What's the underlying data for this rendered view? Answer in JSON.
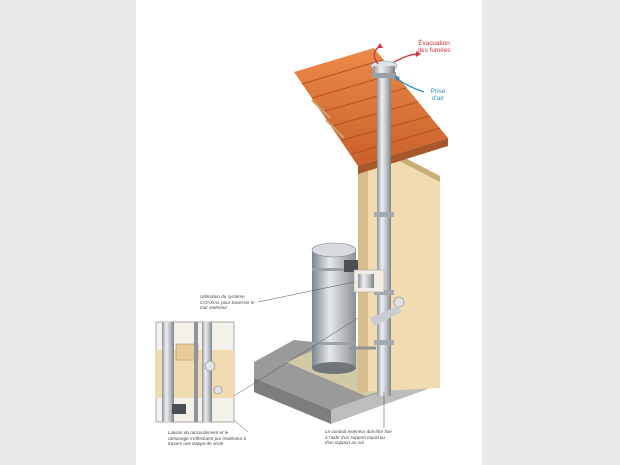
{
  "labels": {
    "exhaust": "Évacuation des fumées",
    "fresh_air": "Prise d'air"
  },
  "annotations": {
    "coaxial": "Utilisation du système COAXIAL pour traverser le mur extérieur",
    "connection": "Liaison du raccordement et le ramonage s'effectuent par l'extérieur à travers une trappe de visite",
    "support": "Le conduit extérieur doit être fixé à l'aide d'un support mural ou d'un support au sol"
  },
  "colors": {
    "exhaust_arrow": "#d8323c",
    "air_arrow": "#2c8fc9",
    "roof_tiles": "#e07a3a",
    "wall": "#f0dcb0",
    "steel": "#c9cdd2"
  }
}
